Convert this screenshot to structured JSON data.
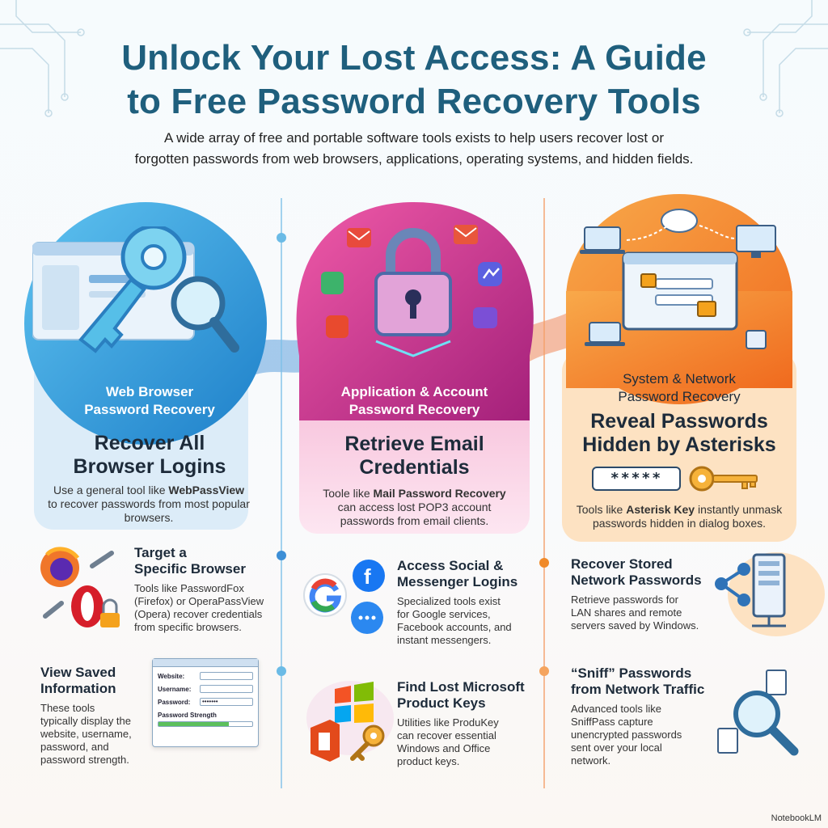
{
  "header": {
    "title_line1": "Unlock Your Lost Access: A Guide",
    "title_line2": "to Free Password Recovery Tools",
    "subtitle_line1": "A wide array of free and portable software tools exists to help users recover lost or",
    "subtitle_line2": "forgotten passwords from web browsers, applications, operating systems, and hidden fields."
  },
  "colors": {
    "title": "#1f5f7d",
    "browser_accent": "#2a9bd8",
    "app_accent": "#d0338a",
    "system_accent": "#f08a2a"
  },
  "columns": [
    {
      "label_line1": "Web Browser",
      "label_line2": "Password Recovery",
      "heading_line1": "Recover All",
      "heading_line2": "Browser Logins",
      "desc_prefix": "Use a general tool like ",
      "desc_tool": "WebPassView",
      "desc_suffix_line1": "to recover passwords from most popular",
      "desc_suffix_line2": "browsers.",
      "icons": [
        "browser-window-icon",
        "key-icon",
        "magnifier-icon"
      ]
    },
    {
      "label_line1": "Application & Account",
      "label_line2": "Password Recovery",
      "heading_line1": "Retrieve Email",
      "heading_line2": "Credentials",
      "desc_prefix": "Toole like ",
      "desc_tool": "Mail Password Recovery",
      "desc_suffix_line1": "can access lost POP3 account",
      "desc_suffix_line2": "passwords from email clients.",
      "icons": [
        "padlock-icon",
        "mail-icon",
        "messenger-icon",
        "chat-icon"
      ]
    },
    {
      "label_line1": "System & Network",
      "label_line2": "Password Recovery",
      "heading_line1": "Reveal Passwords",
      "heading_line2": "Hidden by Asterisks",
      "masked_value": "*****",
      "desc_prefix": "Tools like ",
      "desc_tool": "Asterisk Key",
      "desc_suffix_line1": " instantly unmask",
      "desc_suffix_line2": "passwords hidden in dialog boxes.",
      "icons": [
        "cloud-icon",
        "laptop-icon",
        "monitor-icon",
        "lock-icon",
        "key-icon"
      ]
    }
  ],
  "sections": {
    "target_browser": {
      "title_line1": "Target a",
      "title_line2": "Specific Browser",
      "lines": [
        "Tools like PasswordFox",
        "(Firefox) or OperaPassView",
        "(Opera) recover credentials",
        "from specific browsers."
      ]
    },
    "view_saved": {
      "title_line1": "View Saved",
      "title_line2": "Information",
      "lines": [
        "These tools",
        "typically display the",
        "website, username,",
        "password, and",
        "password strength."
      ],
      "form": {
        "website_label": "Website:",
        "username_label": "Username:",
        "password_label": "Password:",
        "password_value": "•••••••",
        "strength_label": "Password Strength",
        "strength_fraction": 0.75
      }
    },
    "social": {
      "title_line1": "Access Social &",
      "title_line2": "Messenger Logins",
      "lines": [
        "Specialized tools exist",
        "for Google services,",
        "Facebook accounts, and",
        "instant messengers."
      ]
    },
    "product_keys": {
      "title_line1": "Find Lost Microsoft",
      "title_line2": "Product Keys",
      "lines": [
        "Utilities like ProduKey",
        "can recover essential",
        "Windows and Office",
        "product keys."
      ]
    },
    "network": {
      "title_line1": "Recover Stored",
      "title_line2": "Network Passwords",
      "lines": [
        "Retrieve passwords for",
        "LAN shares and remote",
        "servers saved by Windows."
      ]
    },
    "sniff": {
      "title_line1": "“Sniff” Passwords",
      "title_line2": "from Network Traffic",
      "lines": [
        "Advanced tools like",
        "SniffPass capture",
        "unencrypted passwords",
        "sent over your local",
        "network."
      ]
    }
  },
  "footer": {
    "badge": "NotebookLM"
  }
}
